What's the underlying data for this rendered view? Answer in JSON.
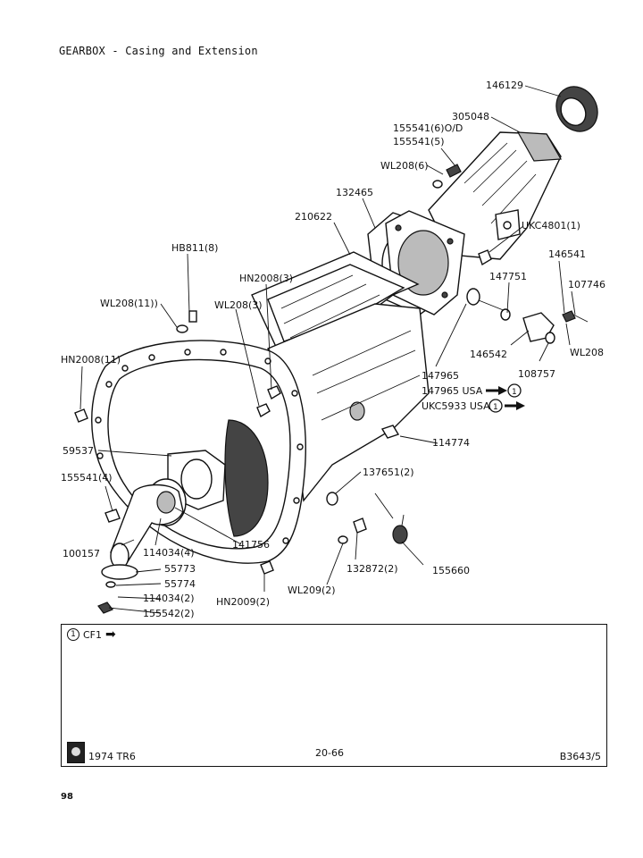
{
  "page": {
    "title": "GEARBOX - Casing and Extension",
    "page_number": "98"
  },
  "labels": {
    "p146129": "146129",
    "p305048": "305048",
    "p155541_6_od": "155541(6)O/D",
    "p155541_5": "155541(5)",
    "wl208_6": "WL208(6)",
    "p132465": "132465",
    "p210622": "210622",
    "ukc4801_1": "UKC4801(1)",
    "hb811_8": "HB811(8)",
    "hn2008_3": "HN2008(3)",
    "p146541": "146541",
    "p147751": "147751",
    "p107746": "107746",
    "wl208_11": "WL208(11))",
    "wl208_3": "WL208(3)",
    "wl208": "WL208",
    "p146542": "146542",
    "p108757": "108757",
    "hn2008_11": "HN2008(11)",
    "p147965": "147965",
    "p147965_usa": "147965 USA",
    "ukc5933_usa": "UKC5933 USA",
    "p114774": "114774",
    "p59537": "59537",
    "p137651_2": "137651(2)",
    "p155541_4": "155541(4)",
    "p141756": "141756",
    "p100157": "100157",
    "p114034_4": "114034(4)",
    "p132872_2": "132872(2)",
    "p155660": "155660",
    "p55773": "55773",
    "p55774": "55774",
    "p114034_2": "114034(2)",
    "wl209_2": "WL209(2)",
    "p155542_2": "155542(2)",
    "hn2009_2": "HN2009(2)",
    "circle_mark": "1"
  },
  "notes": {
    "line1_marker": "1",
    "line1_text": "CF1"
  },
  "footer": {
    "model": "1974 TR6",
    "page_ref": "20-66",
    "drawing_ref": "B3643/5"
  },
  "icons": {
    "circled_number": "circled-one-icon",
    "arrow": "right-arrow-icon",
    "logo": "triumph-logo-icon"
  }
}
